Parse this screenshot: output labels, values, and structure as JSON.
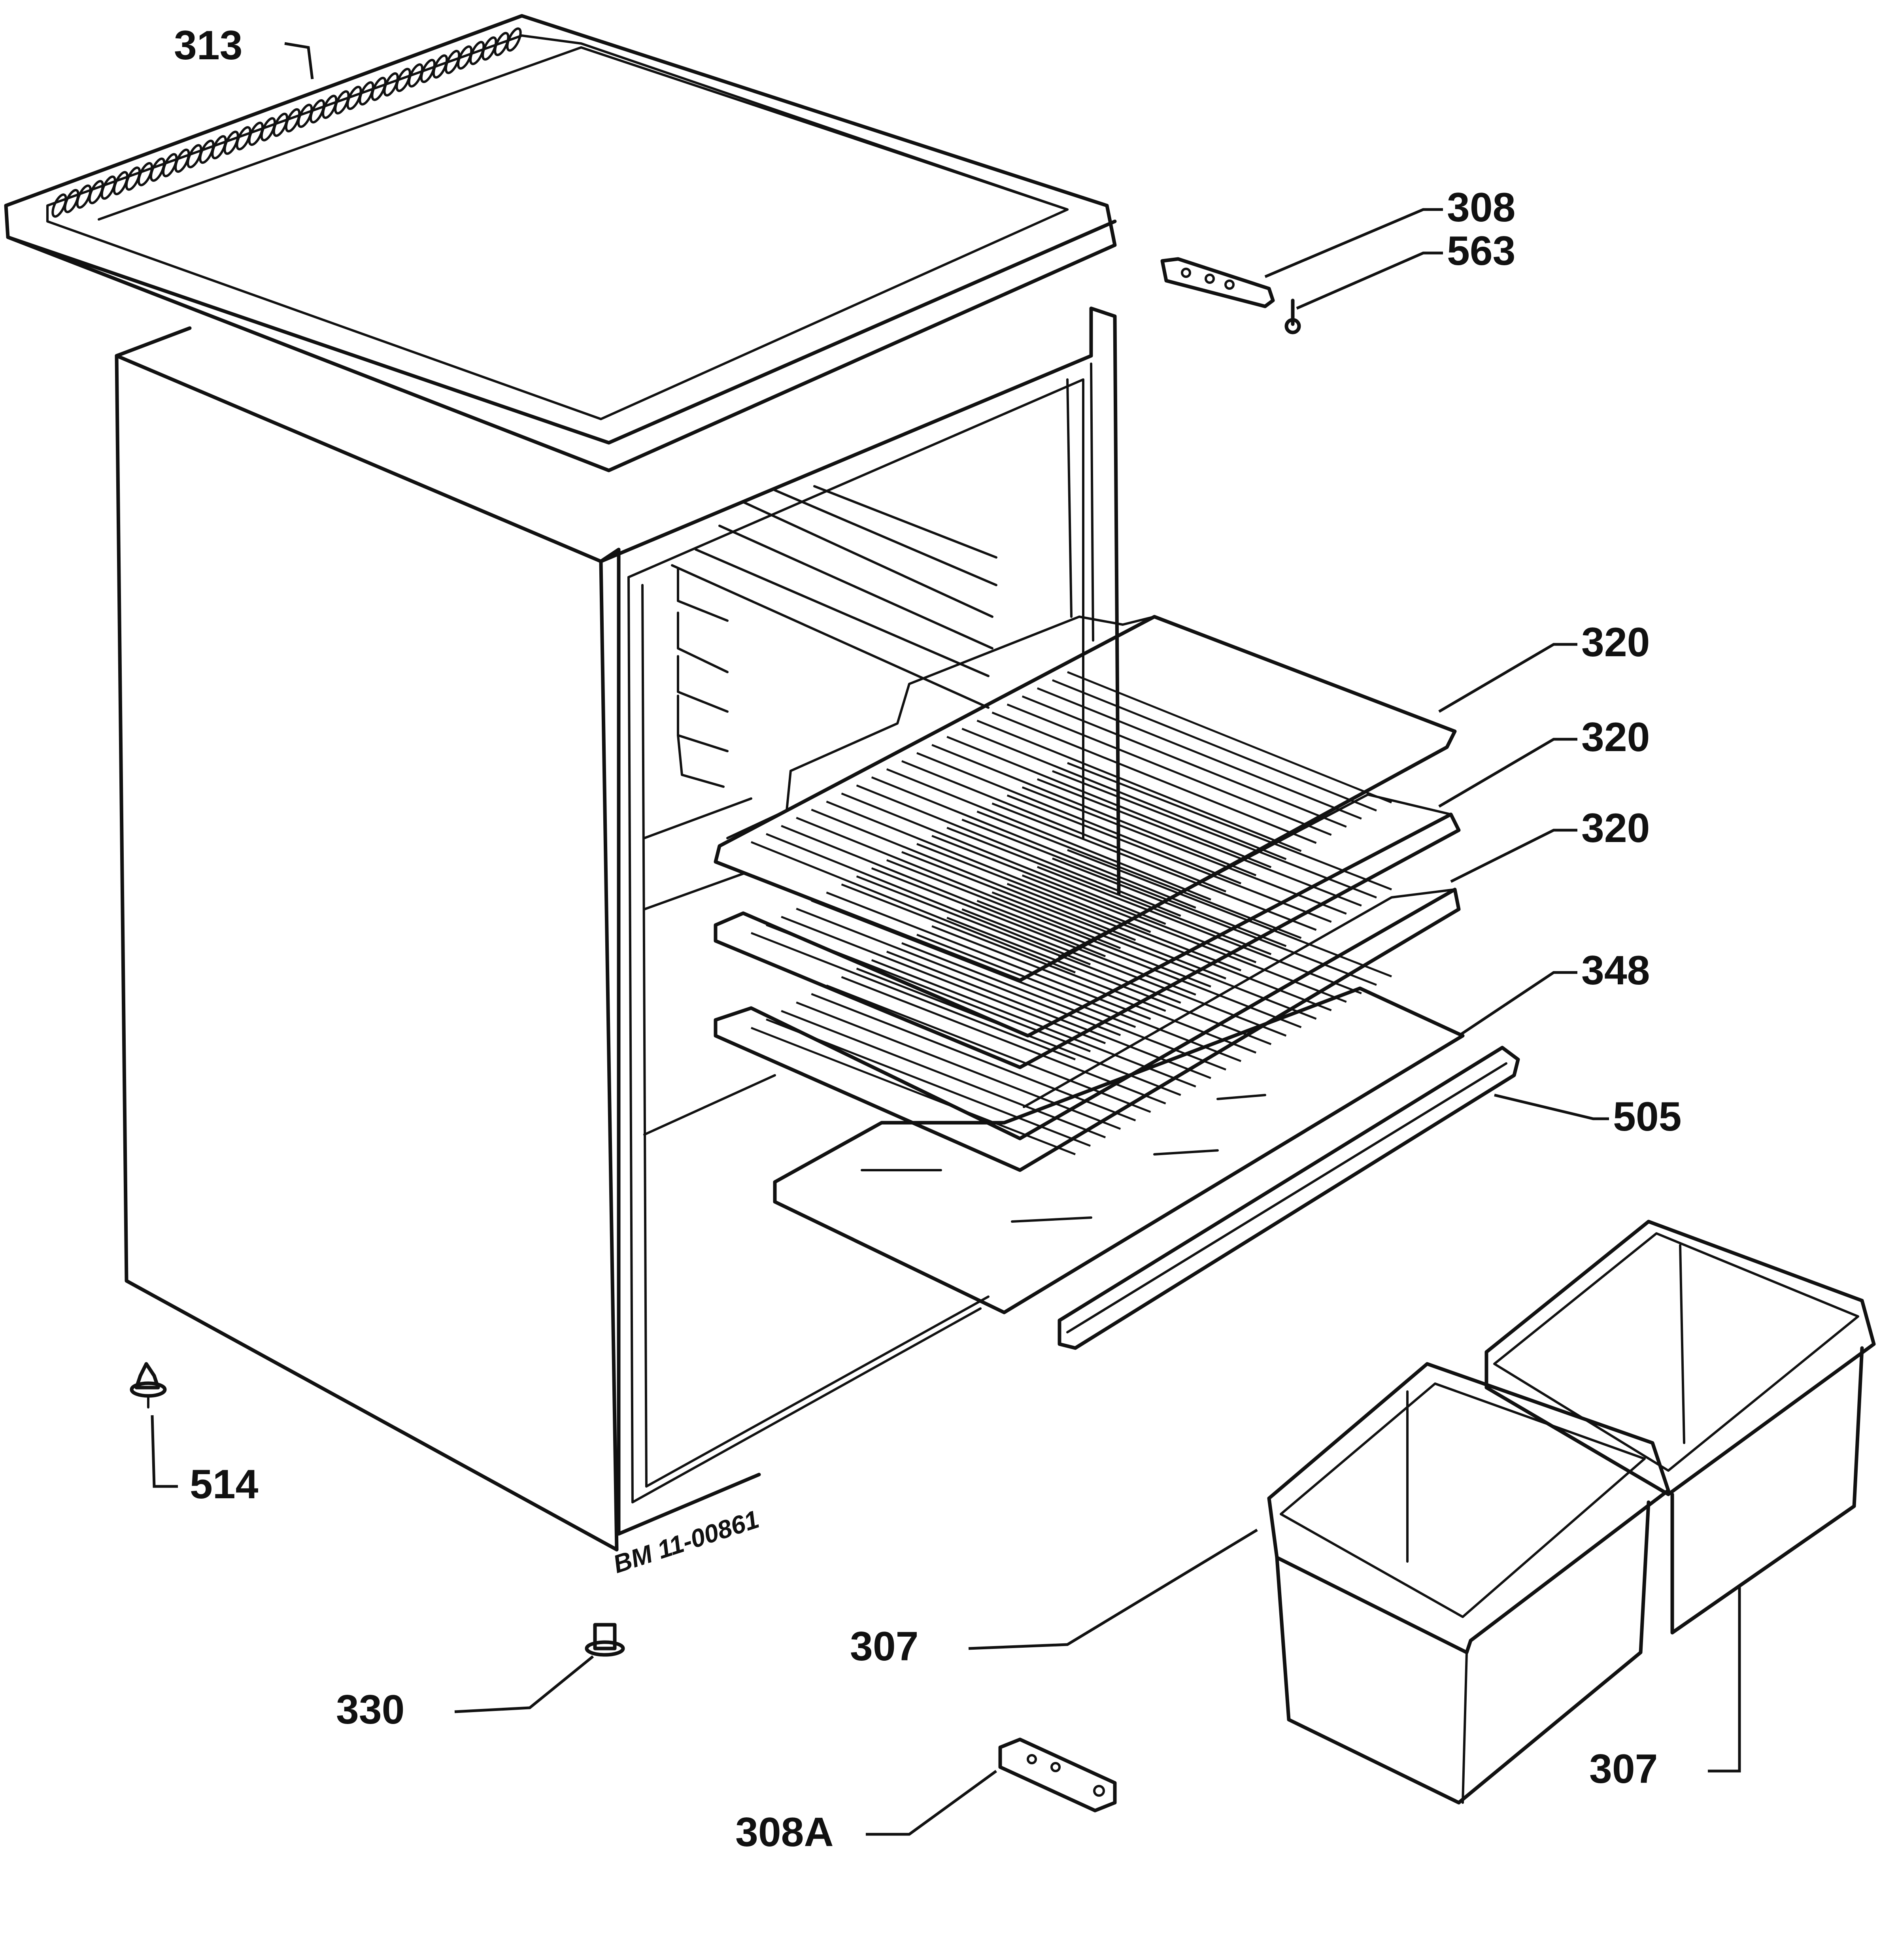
{
  "callouts": [
    {
      "id": "313",
      "label": "313"
    },
    {
      "id": "308",
      "label": "308"
    },
    {
      "id": "563",
      "label": "563"
    },
    {
      "id": "320a",
      "label": "320"
    },
    {
      "id": "320b",
      "label": "320"
    },
    {
      "id": "320c",
      "label": "320"
    },
    {
      "id": "348",
      "label": "348"
    },
    {
      "id": "505",
      "label": "505"
    },
    {
      "id": "514",
      "label": "514"
    },
    {
      "id": "330",
      "label": "330"
    },
    {
      "id": "307a",
      "label": "307"
    },
    {
      "id": "307b",
      "label": "307"
    },
    {
      "id": "308a",
      "label": "308A"
    }
  ],
  "stamp": "BM 11-00861"
}
